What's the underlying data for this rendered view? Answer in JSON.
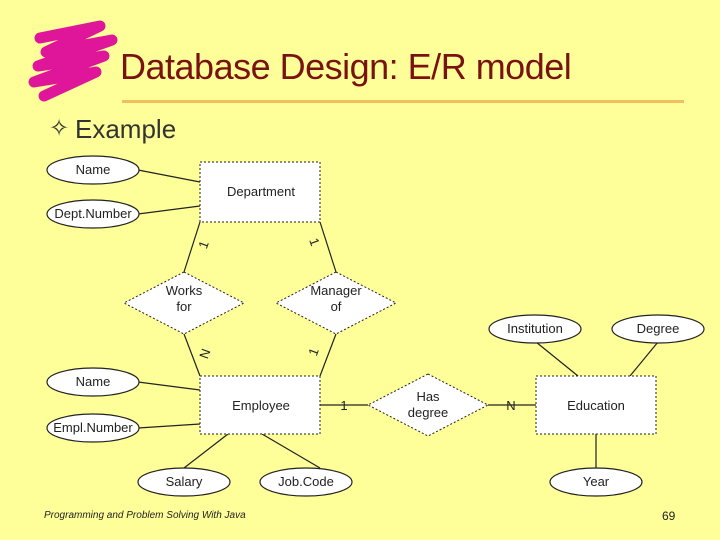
{
  "slide": {
    "title": "Database Design: E/R model",
    "bullet": "Example",
    "footer_left": "Programming and Problem Solving With Java",
    "page_number": "69"
  },
  "colors": {
    "background": "#ffff99",
    "title": "#7a1212",
    "marker": "#e0169a",
    "rule": "#f0c060"
  },
  "icons": {
    "logo": "pink-scribble-logo",
    "bullet": "four-point-star-bullet"
  },
  "diagram": {
    "entities": {
      "department": "Department",
      "employee": "Employee",
      "education": "Education"
    },
    "relationships": {
      "works_for": [
        "Works",
        "for"
      ],
      "manager_of": [
        "Manager",
        "of"
      ],
      "has_degree": [
        "Has",
        "degree"
      ]
    },
    "attributes": {
      "name_dept": "Name",
      "dept_number": "Dept.Number",
      "name_emp": "Name",
      "empl_number": "Empl.Number",
      "salary": "Salary",
      "job_code": "Job.Code",
      "institution": "Institution",
      "degree": "Degree",
      "year": "Year"
    },
    "cardinalities": {
      "works_for_department": "1",
      "manager_of_department": "1",
      "works_for_employee": "N",
      "manager_of_employee": "1",
      "has_degree_employee": "1",
      "has_degree_education": "N"
    }
  }
}
